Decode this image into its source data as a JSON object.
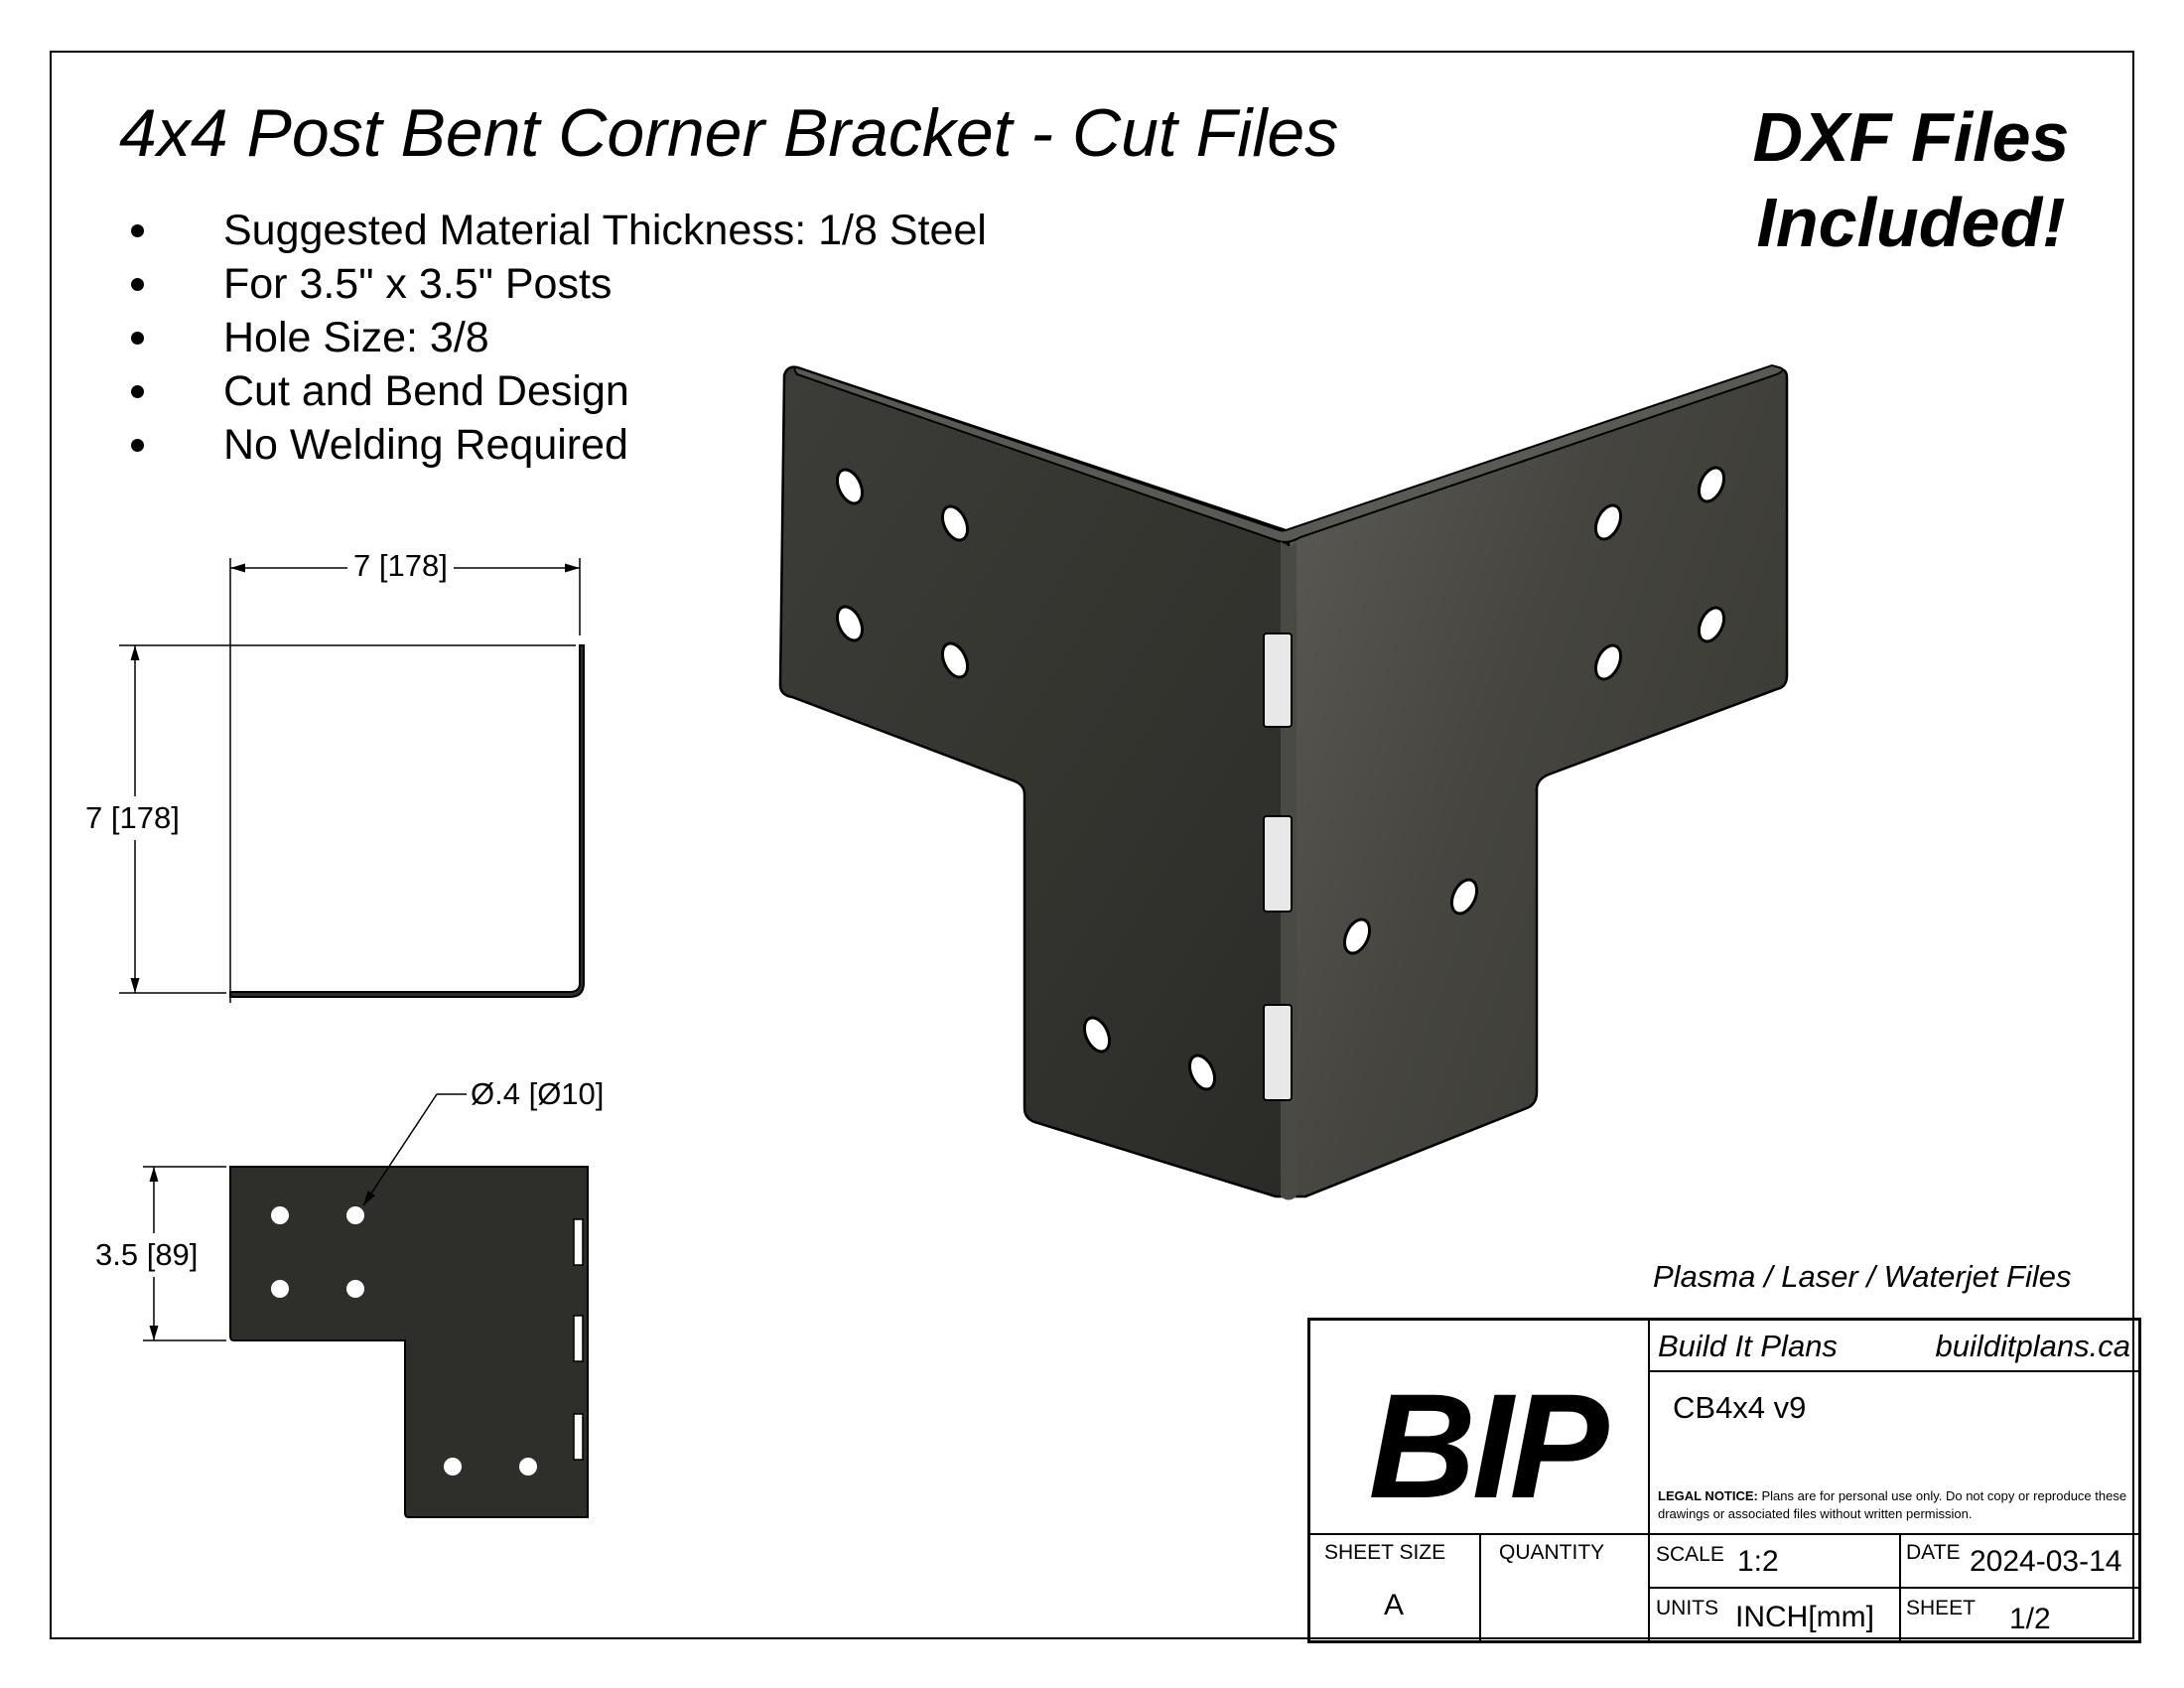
{
  "title": "4x4 Post Bent Corner Bracket - Cut Files",
  "promo": {
    "line1": "DXF Files",
    "line2": "Included!"
  },
  "bullets": [
    "Suggested Material Thickness: 1/8 Steel",
    "For 3.5\" x 3.5\" Posts",
    "Hole Size: 3/8",
    "Cut and Bend Design",
    "No Welding Required"
  ],
  "dimensions": {
    "top_width": "7 [178]",
    "side_height": "7 [178]",
    "hole_diameter": "Ø.4 [Ø10]",
    "flat_height": "3.5 [89]"
  },
  "process_note": "Plasma / Laser / Waterjet Files",
  "title_block": {
    "logo": "BIP",
    "company": "Build It Plans",
    "website": "builditplans.ca",
    "part_number": "CB4x4 v9",
    "legal_label": "LEGAL NOTICE:",
    "legal_text": "Plans are for personal use only. Do not copy or reproduce these drawings or associated files without written permission.",
    "sheet_size_label": "SHEET SIZE",
    "sheet_size": "A",
    "quantity_label": "QUANTITY",
    "quantity": "",
    "scale_label": "SCALE",
    "scale": "1:2",
    "date_label": "DATE",
    "date": "2024-03-14",
    "units_label": "UNITS",
    "units": "INCH[mm]",
    "sheet_label": "SHEET",
    "sheet": "1/2"
  },
  "colors": {
    "steel": "#3a3a36",
    "steel_light": "#55554f",
    "line": "#000000"
  }
}
